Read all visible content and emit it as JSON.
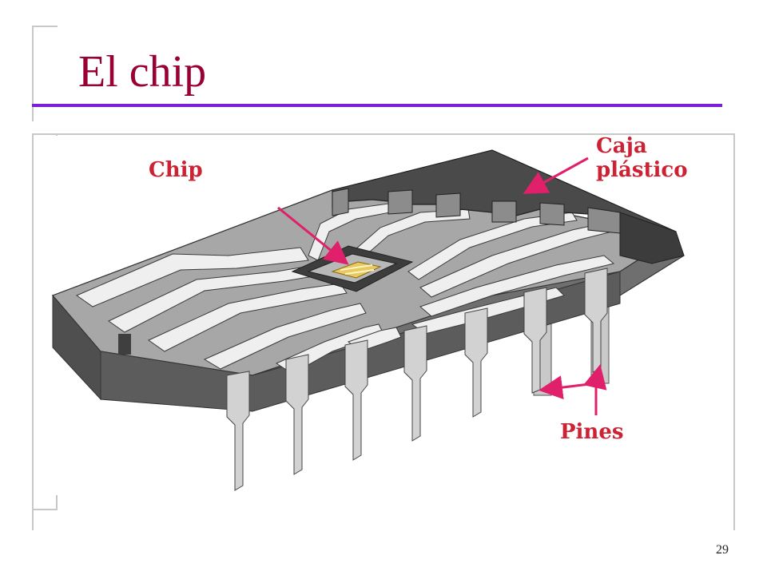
{
  "slide": {
    "title": "El chip",
    "page_number": "29"
  },
  "figure": {
    "labels": {
      "chip": "Chip",
      "caja_line1": "Caja",
      "caja_line2": "plástico",
      "pines": "Pines"
    },
    "colors": {
      "label": "#cc2233",
      "arrow": "#e0206a",
      "die": "#e8c860",
      "title": "#990033",
      "rule": "#7a1fd6"
    }
  }
}
